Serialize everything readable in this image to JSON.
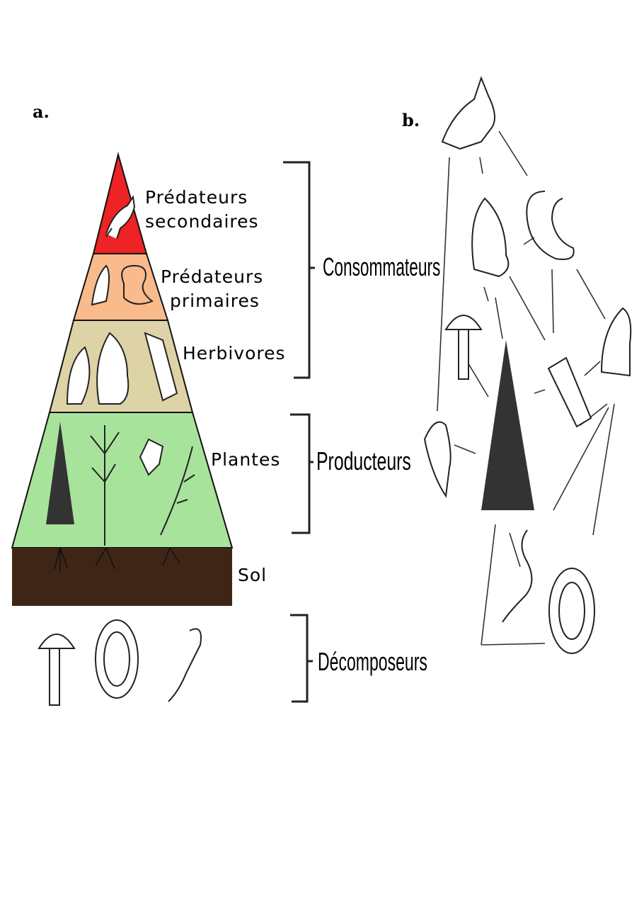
{
  "panels": {
    "a": "a.",
    "b": "b."
  },
  "pyramid": {
    "levels": [
      {
        "line1": "Prédateurs",
        "line2": "secondaires",
        "color": "#ee2323"
      },
      {
        "line1": "Prédateurs",
        "line2": "primaires",
        "color": "#f9ba8c"
      },
      {
        "line1": "Herbivores",
        "color": "#ded3a6"
      },
      {
        "line1": "Plantes",
        "color": "#a8e39c"
      }
    ],
    "soil": {
      "label": "Sol",
      "color": "#3e2515"
    }
  },
  "groups": {
    "consumers": "Consommateurs",
    "producers": "Producteurs",
    "decomposers": "Décomposeurs"
  }
}
